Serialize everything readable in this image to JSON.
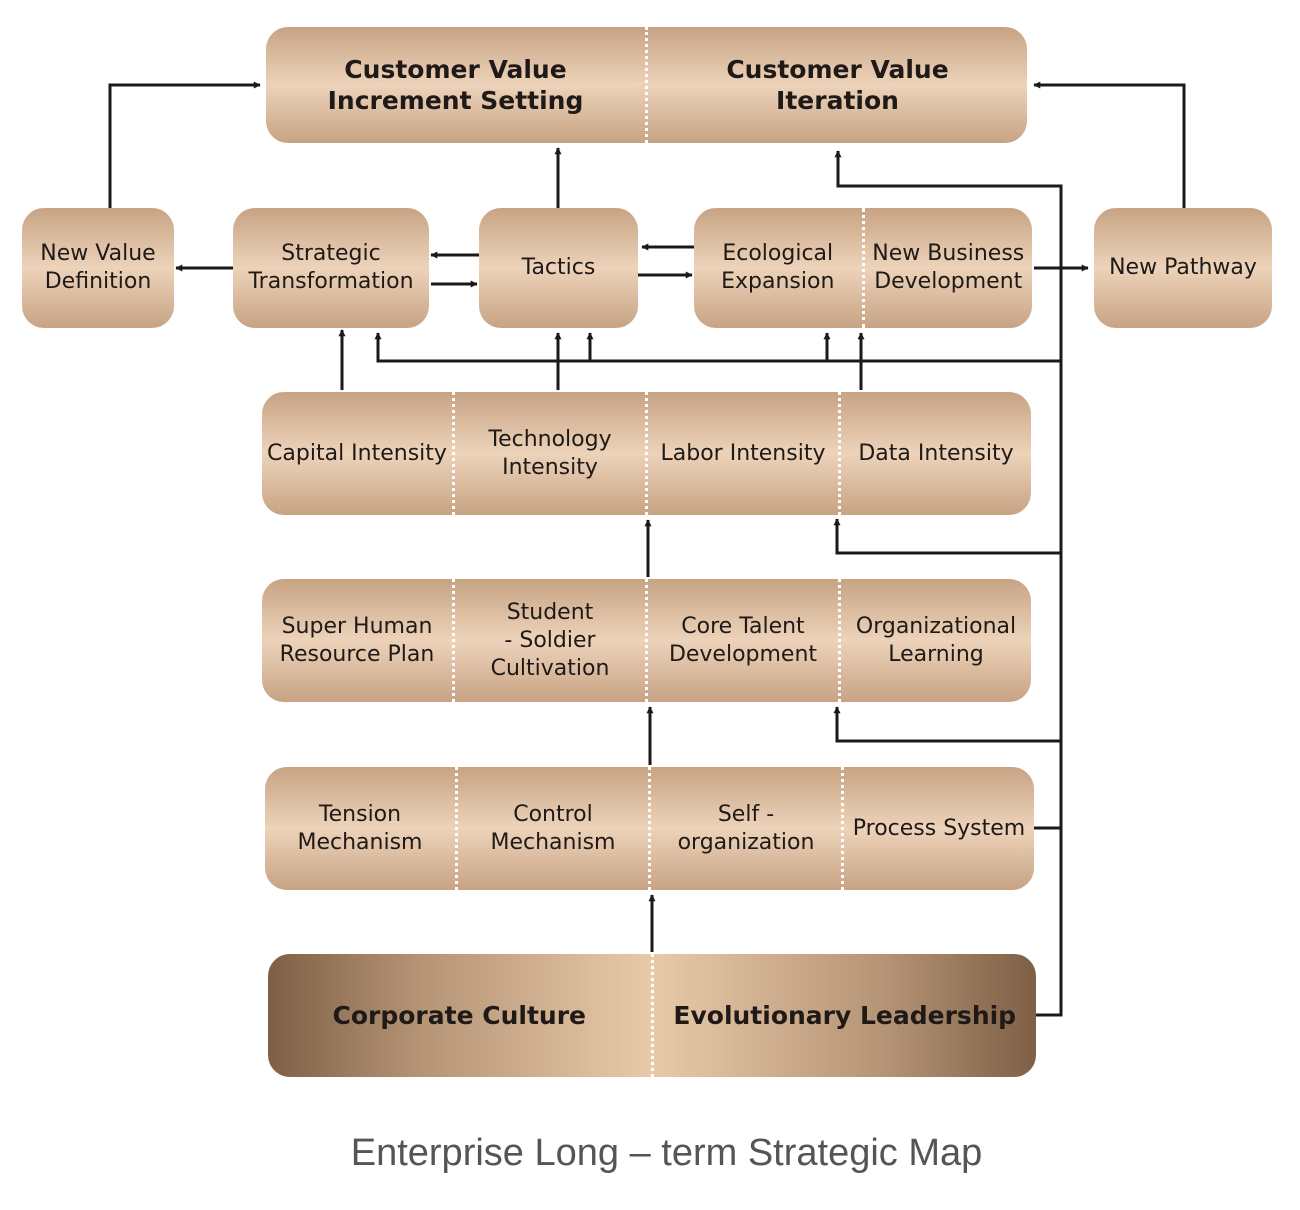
{
  "title": "Enterprise Long – term Strategic Map",
  "colors": {
    "box_light": "#edd3ba",
    "box_edge": "#c7a383",
    "box_dark": "#7e5f45",
    "arrow": "#1a1a1a",
    "caption": "#555555"
  },
  "top": {
    "left": "Customer Value\nIncrement Setting",
    "right": "Customer Value\nIteration"
  },
  "strategy_row": {
    "new_value_definition": "New Value\nDefinition",
    "strategic_transformation": "Strategic\nTransformation",
    "tactics": "Tactics",
    "ecological_expansion": "Ecological\nExpansion",
    "new_business_development": "New Business\nDevelopment",
    "new_pathway": "New Pathway"
  },
  "intensity_row": [
    "Capital Intensity",
    "Technology\nIntensity",
    "Labor Intensity",
    "Data Intensity"
  ],
  "talent_row": [
    "Super Human\nResource Plan",
    "Student\n- Soldier\nCultivation",
    "Core Talent\nDevelopment",
    "Organizational\nLearning"
  ],
  "mechanism_row": [
    "Tension\nMechanism",
    "Control\nMechanism",
    "Self -\norganization",
    "Process System"
  ],
  "foundation": {
    "left": "Corporate Culture",
    "right": "Evolutionary Leadership"
  }
}
